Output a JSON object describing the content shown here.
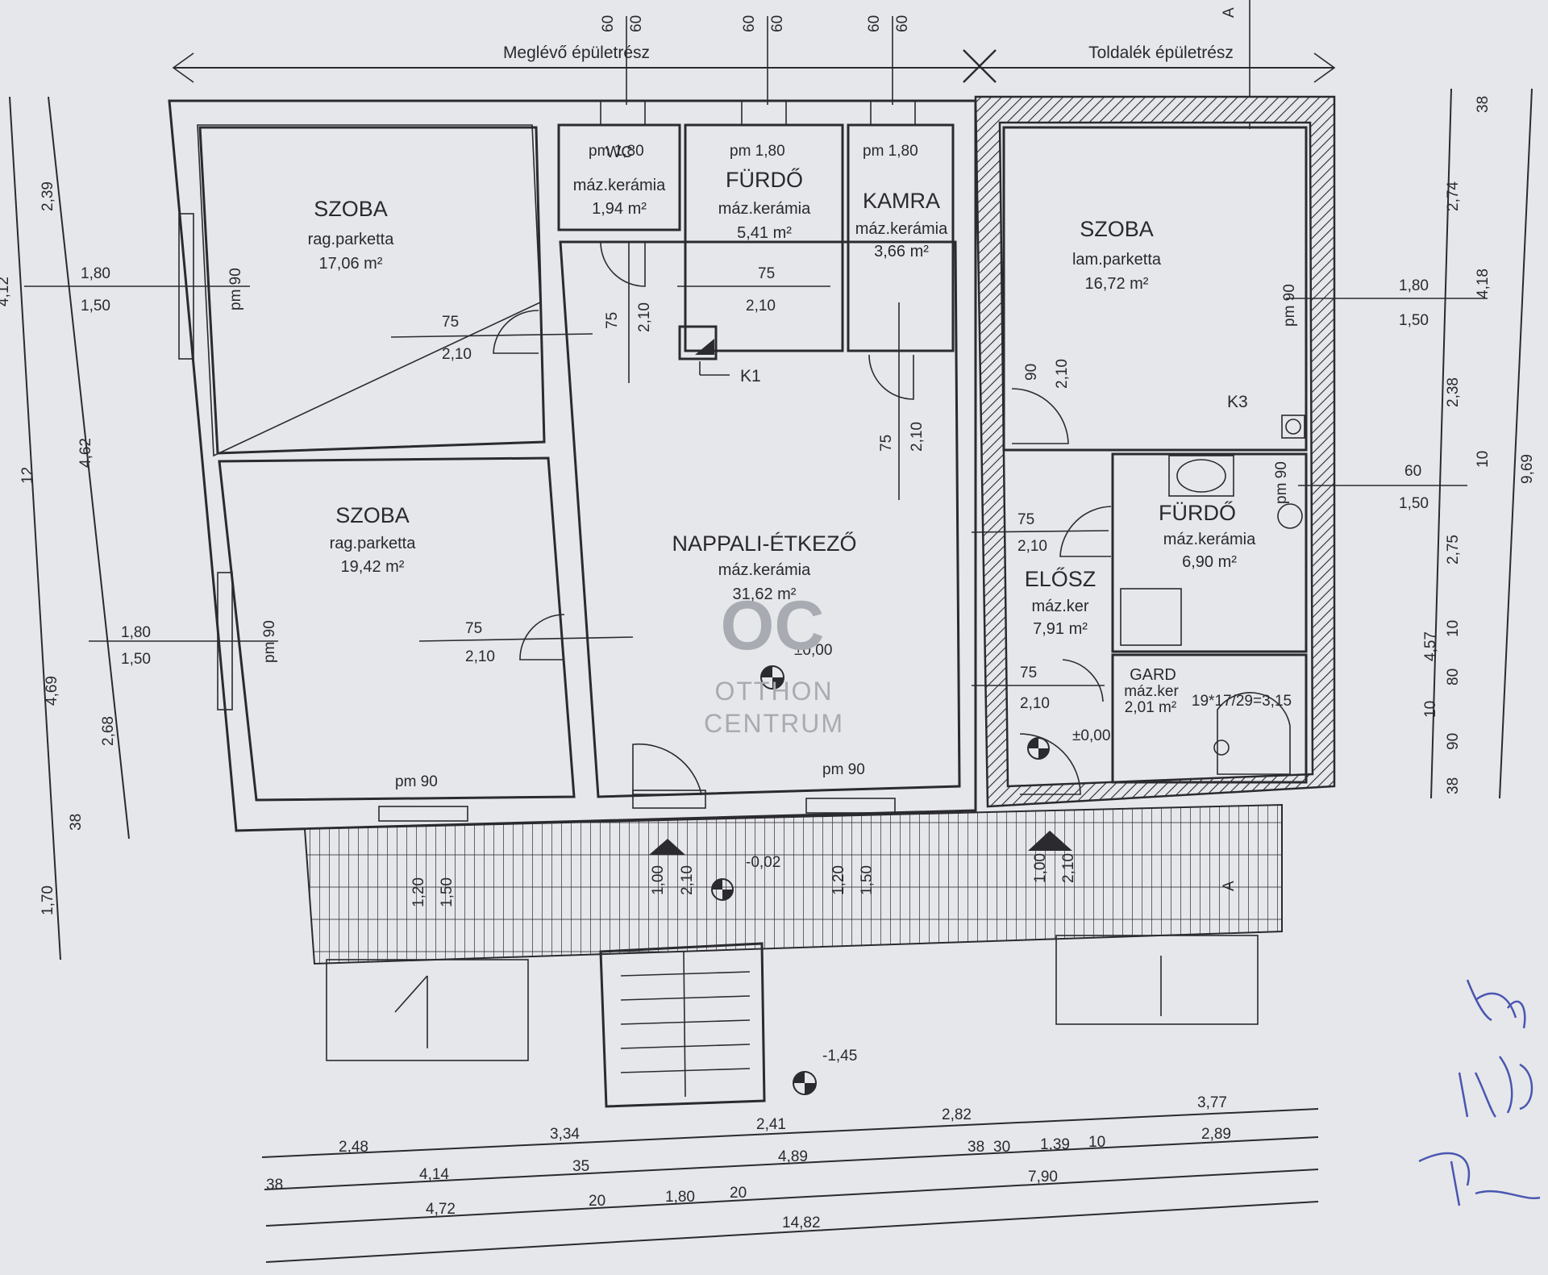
{
  "sections": {
    "existing": "Meglévő épületrész",
    "extension": "Toldalék épületrész"
  },
  "rooms": {
    "szoba1": {
      "name": "SZOBA",
      "floor": "rag.parketta",
      "area": "17,06 m²"
    },
    "szoba2": {
      "name": "SZOBA",
      "floor": "rag.parketta",
      "area": "19,42 m²"
    },
    "wc": {
      "name": "WC",
      "floor": "máz.kerámia",
      "area": "1,94 m²"
    },
    "furdo1": {
      "name": "FÜRDŐ",
      "floor": "máz.kerámia",
      "area": "5,41 m²"
    },
    "kamra": {
      "name": "KAMRA",
      "floor": "máz.kerámia",
      "area": "3,66 m²"
    },
    "nappali": {
      "name": "NAPPALI-ÉTKEZŐ",
      "floor": "máz.kerámia",
      "area": "31,62 m²"
    },
    "szoba3": {
      "name": "SZOBA",
      "floor": "lam.parketta",
      "area": "16,72 m²"
    },
    "furdo2": {
      "name": "FÜRDŐ",
      "floor": "máz.kerámia",
      "area": "6,90 m²"
    },
    "eloszoba": {
      "name": "ELŐSZ",
      "floor": "máz.ker",
      "area": "7,91 m²"
    },
    "gard": {
      "name": "GARD",
      "floor": "máz.ker",
      "area": "2,01 m²"
    }
  },
  "labels": {
    "pm180": "pm 1,80",
    "pm90": "pm 90",
    "k1": "K1",
    "k3": "K3",
    "level0": "±0,00",
    "level_terrace": "-0,02",
    "level_ground": "-1,45",
    "stairs": "19*17/29=3,15",
    "section_a": "A",
    "door_75": "75",
    "door_90": "90",
    "h210": "2,10",
    "w180": "1,80",
    "h150": "1,50",
    "w60": "60",
    "terrace_dims": [
      "1,20",
      "1,50",
      "1,00",
      "2,10",
      "1,20",
      "1,50",
      "1,00",
      "2,10"
    ]
  },
  "logo": {
    "mark": "OC",
    "line1": "OTTHON",
    "line2": "CENTRUM"
  },
  "bottom_dims": {
    "row1": [
      "2,48",
      "3,34",
      "2,41",
      "2,82",
      "3,77"
    ],
    "row2": [
      "38",
      "4,14",
      "35",
      "4,89",
      "38",
      "30",
      "1,39",
      "10",
      "2,89"
    ],
    "row3": [
      "4,72",
      "20",
      "1,80",
      "20",
      "7,90"
    ],
    "row4": [
      "14,82"
    ]
  },
  "left_dims": [
    "2,39",
    "1,80",
    "1,50",
    "4,62",
    "12",
    "4,12",
    "4,69",
    "2,68",
    "38",
    "1,70"
  ],
  "right_dims": [
    "38",
    "2,74",
    "4,18",
    "1,80",
    "1,50",
    "2,38",
    "60",
    "1,50",
    "10",
    "9,69",
    "2,75",
    "4,57",
    "10",
    "80",
    "10",
    "90",
    "38"
  ],
  "top_dims": [
    "60",
    "60",
    "60",
    "60",
    "60",
    "60"
  ]
}
